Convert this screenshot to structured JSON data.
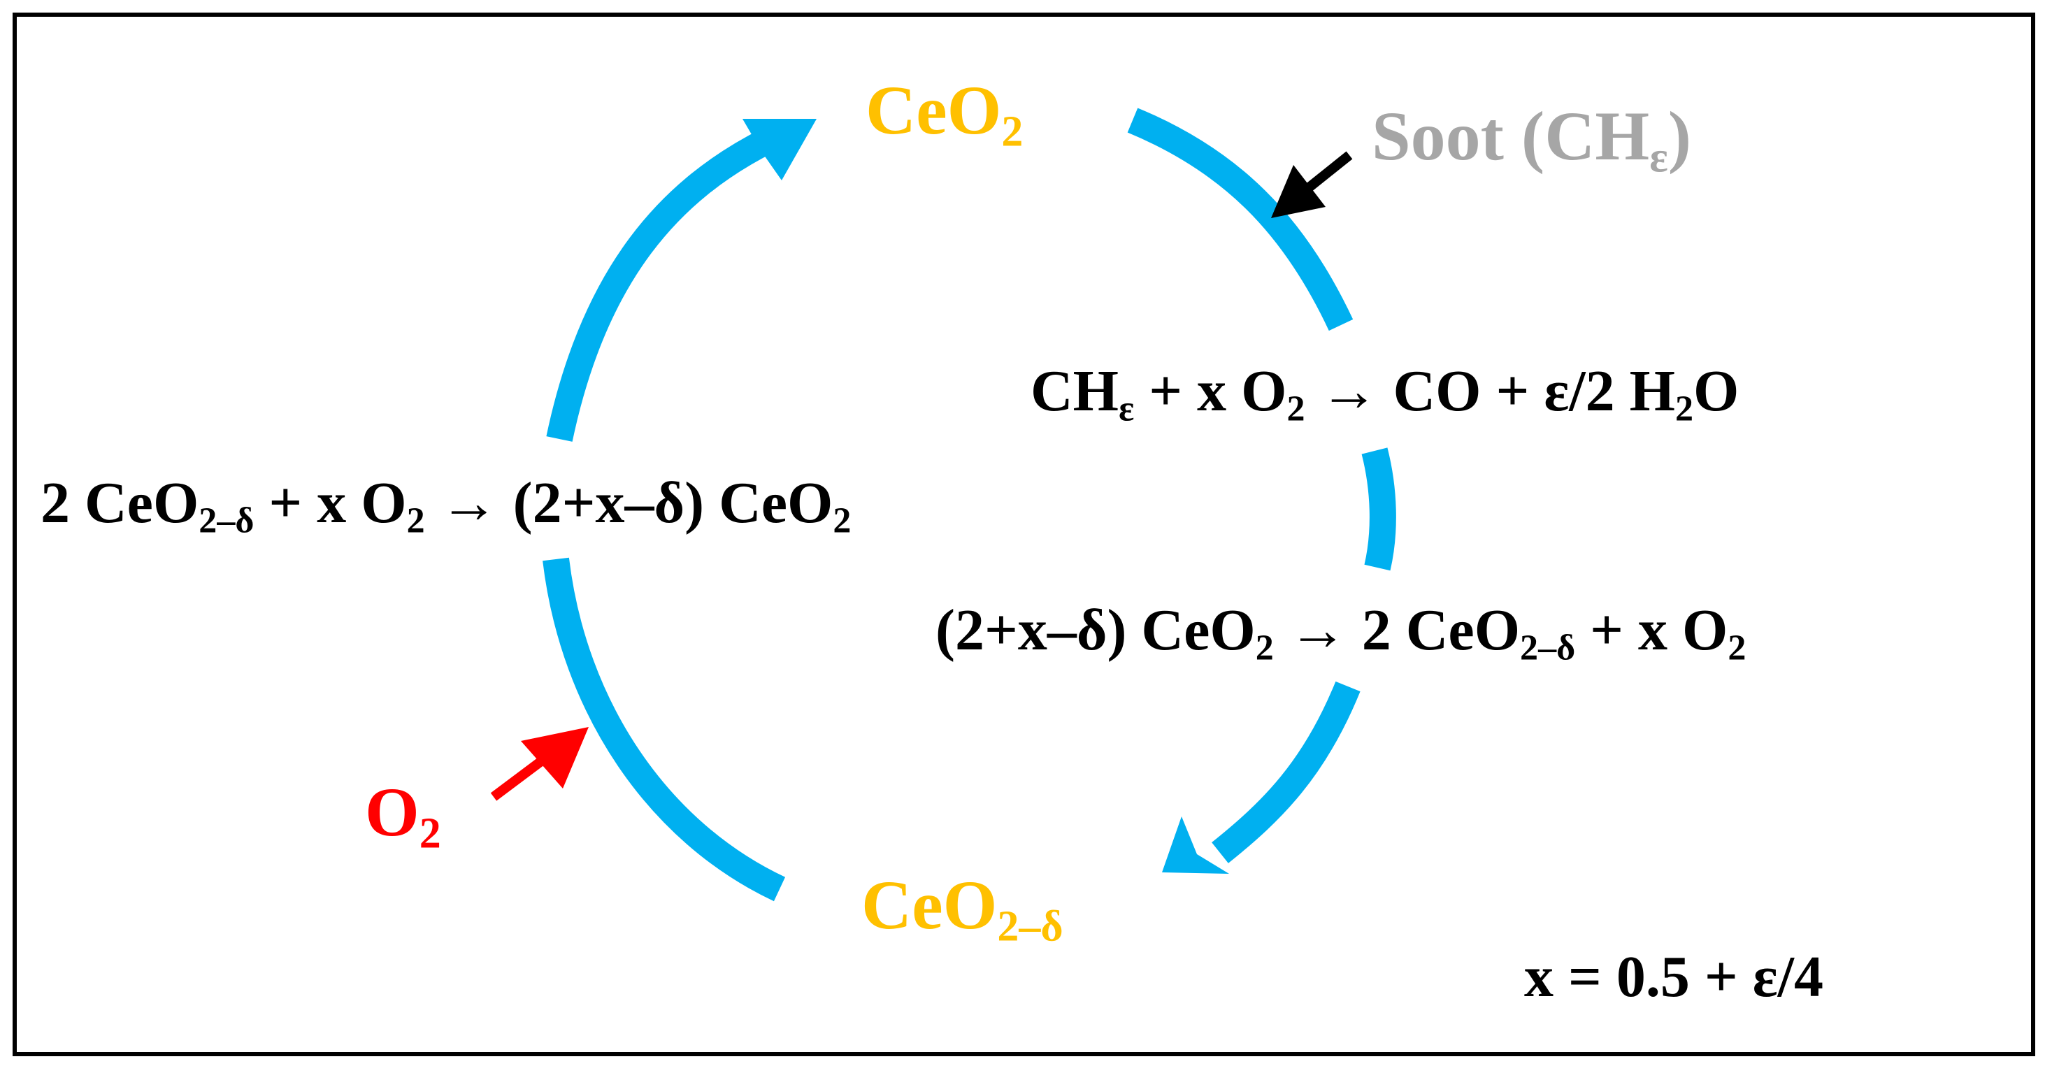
{
  "colors": {
    "cycle_arrow": "#00b0f0",
    "ceria": "#ffc000",
    "soot": "#a6a6a6",
    "oxygen": "#ff0000",
    "text": "#000000"
  },
  "labels": {
    "ceo2_top": {
      "base": "CeO",
      "sub": "2"
    },
    "ceo2_bottom": {
      "base": "CeO",
      "sub": "2–δ"
    },
    "soot": {
      "pre": "Soot (CH",
      "sub": "ε",
      "post": ")"
    },
    "o2": {
      "base": "O",
      "sub": "2"
    }
  },
  "equations": {
    "left": {
      "a": "2 CeO",
      "a_sub": "2–δ",
      "b": " + x O",
      "b_sub": "2",
      "c": " → (2+x–δ) CeO",
      "c_sub": "2"
    },
    "right_top": {
      "a": "CH",
      "a_sub": "ε",
      "b": " + x O",
      "b_sub": "2",
      "c": " → CO + ε/2 H",
      "c_sub": "2",
      "d": "O"
    },
    "right_bottom": {
      "a": "(2+x–δ) CeO",
      "a_sub": "2",
      "b": " → 2 CeO",
      "b_sub": "2–δ",
      "c": " + x O",
      "c_sub": "2"
    },
    "definition": "x = 0.5 + ε/4"
  }
}
